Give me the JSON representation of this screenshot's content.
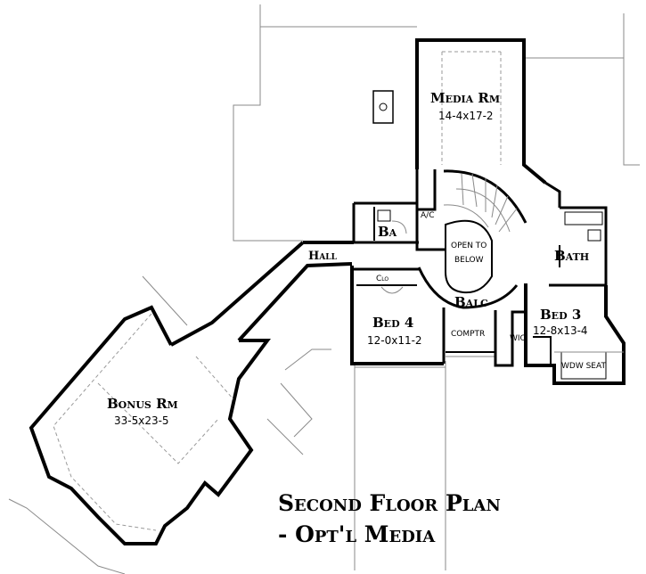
{
  "title_line1": "Second Floor Plan",
  "title_line2": "- Opt'l Media",
  "rooms": {
    "media": {
      "name": "Media Rm",
      "dims": "14-4x17-2"
    },
    "bonus": {
      "name": "Bonus Rm",
      "dims": "33-5x23-5"
    },
    "bed4": {
      "name": "Bed 4",
      "dims": "12-0x11-2"
    },
    "bed3": {
      "name": "Bed 3",
      "dims": "12-8x13-4"
    },
    "ba": {
      "name": "Ba"
    },
    "bath": {
      "name": "Bath"
    },
    "hall": {
      "name": "Hall"
    },
    "balc": {
      "name": "Balc"
    }
  },
  "small_labels": {
    "ac": "A/C",
    "open_to": "OPEN TO",
    "below": "BELOW",
    "clo": "Clo",
    "comptr": "COMPTR",
    "wic": "WIC",
    "wdw_seat": "WDW SEAT"
  }
}
